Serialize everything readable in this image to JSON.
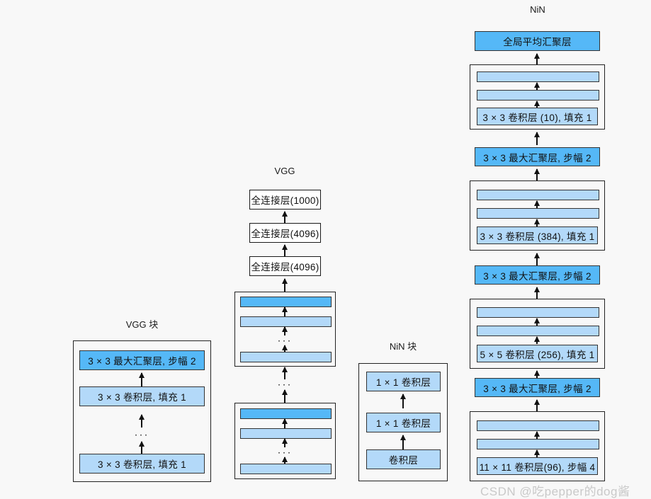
{
  "diagram": {
    "background": "#f8f8f8",
    "colors": {
      "dark_blue": "#55b8f7",
      "light_blue": "#b3d9f9",
      "white": "#ffffff",
      "stroke": "#333333",
      "watermark": "#c9c9c9"
    },
    "watermark": "CSDN @吃pepper的dog酱",
    "ellipsis": "···"
  },
  "vgg_block": {
    "title": "VGG 块",
    "layers": [
      {
        "label": "3 × 3 最大汇聚层, 步幅 2",
        "fill": "dark"
      },
      {
        "label": "3 × 3 卷积层, 填充 1",
        "fill": "light"
      },
      {
        "label": "3 × 3 卷积层, 填充 1",
        "fill": "light"
      }
    ]
  },
  "vgg": {
    "title": "VGG",
    "layers": [
      {
        "label": "全连接层(1000)",
        "fill": "white"
      },
      {
        "label": "全连接层(4096)",
        "fill": "white"
      },
      {
        "label": "全连接层(4096)",
        "fill": "white"
      }
    ],
    "blocks": [
      {
        "bars": [
          "dark",
          "light",
          "light"
        ]
      },
      {
        "bars": [
          "dark",
          "light",
          "light"
        ]
      }
    ]
  },
  "nin_block": {
    "title": "NiN 块",
    "layers": [
      {
        "label": "1 × 1 卷积层",
        "fill": "light"
      },
      {
        "label": "1 × 1 卷积层",
        "fill": "light"
      },
      {
        "label": "卷积层",
        "fill": "light"
      }
    ]
  },
  "nin": {
    "title": "NiN",
    "head": {
      "label": "全局平均汇聚层",
      "fill": "dark"
    },
    "stages": [
      {
        "block": {
          "bars": [
            "light",
            "light"
          ],
          "conv": "3 × 3 卷积层 (10), 填充 1"
        },
        "pool": {
          "label": "3 × 3 最大汇聚层, 步幅 2",
          "fill": "dark"
        }
      },
      {
        "block": {
          "bars": [
            "light",
            "light"
          ],
          "conv": "3 × 3 卷积层 (384), 填充 1"
        },
        "pool": {
          "label": "3 × 3 最大汇聚层, 步幅 2",
          "fill": "dark"
        }
      },
      {
        "block": {
          "bars": [
            "light",
            "light"
          ],
          "conv": "5 × 5 卷积层 (256), 填充 1"
        },
        "pool": {
          "label": "3 × 3 最大汇聚层, 步幅 2",
          "fill": "dark"
        }
      },
      {
        "block": {
          "bars": [
            "light",
            "light"
          ],
          "conv": "11 × 11 卷积层(96), 步幅 4"
        },
        "pool": null
      }
    ]
  }
}
